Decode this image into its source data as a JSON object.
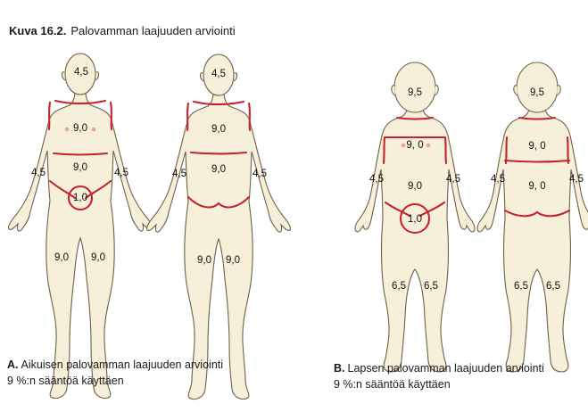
{
  "figure": {
    "number": "Kuva 16.2.",
    "title": "Palovamman laajuuden arviointi"
  },
  "panels": [
    {
      "letter": "A.",
      "caption_line1": "Aikuisen palovamman laajuuden arviointi",
      "caption_line2": "9 %:n sääntöä käyttäen",
      "front": {
        "head": "4,5",
        "chest": "9,0",
        "abdomen": "9,0",
        "arm_left": "4,5",
        "arm_right": "4,5",
        "genitals": "1,0",
        "leg_left": "9,0",
        "leg_right": "9,0"
      },
      "back": {
        "head": "4,5",
        "upper_back": "9,0",
        "lower_back": "9,0",
        "arm_left": "4,5",
        "arm_right": "4,5",
        "leg_left": "9,0",
        "leg_right": "9,0"
      }
    },
    {
      "letter": "B.",
      "caption_line1": "Lapsen palovamman laajuuden arviointi",
      "caption_line2": "9 %:n sääntöä käyttäen",
      "front": {
        "head": "9,5",
        "chest": "9, 0",
        "abdomen": "9,0",
        "arm_left": "4,5",
        "arm_right": "4,5",
        "genitals": "1,0",
        "leg_left": "6,5",
        "leg_right": "6,5"
      },
      "back": {
        "head": "9,5",
        "upper_back": "9, 0",
        "lower_back": "9, 0",
        "arm_left": "4,5",
        "arm_right": "4,5",
        "leg_left": "6,5",
        "leg_right": "6,5"
      }
    }
  ]
}
